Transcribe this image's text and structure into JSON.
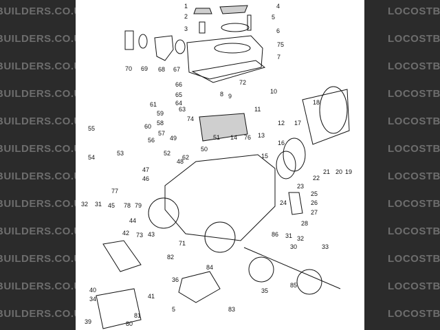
{
  "watermark": {
    "text": "LOCOSTBUILDERS.CO.UK",
    "left_text": "BUILDERS.CO.UK",
    "right_text": "LOCOSTBUILD",
    "color": "#6d6d6d",
    "background": "#2b2b2b"
  },
  "diagram": {
    "callouts": [
      {
        "id": "c1",
        "label": "1"
      },
      {
        "id": "c2",
        "label": "2"
      },
      {
        "id": "c3",
        "label": "3"
      },
      {
        "id": "c4",
        "label": "4"
      },
      {
        "id": "c5",
        "label": "5"
      },
      {
        "id": "c6",
        "label": "6"
      },
      {
        "id": "c75",
        "label": "75"
      },
      {
        "id": "c7",
        "label": "7"
      },
      {
        "id": "c70",
        "label": "70"
      },
      {
        "id": "c69",
        "label": "69"
      },
      {
        "id": "c68",
        "label": "68"
      },
      {
        "id": "c67",
        "label": "67"
      },
      {
        "id": "c66",
        "label": "66"
      },
      {
        "id": "c65",
        "label": "65"
      },
      {
        "id": "c64",
        "label": "64"
      },
      {
        "id": "c63",
        "label": "63"
      },
      {
        "id": "c8",
        "label": "8"
      },
      {
        "id": "c72",
        "label": "72"
      },
      {
        "id": "c9",
        "label": "9"
      },
      {
        "id": "c10",
        "label": "10"
      },
      {
        "id": "c61",
        "label": "61"
      },
      {
        "id": "c59",
        "label": "59"
      },
      {
        "id": "c58",
        "label": "58"
      },
      {
        "id": "c60",
        "label": "60"
      },
      {
        "id": "c57",
        "label": "57"
      },
      {
        "id": "c74",
        "label": "74"
      },
      {
        "id": "c11",
        "label": "11"
      },
      {
        "id": "c12",
        "label": "12"
      },
      {
        "id": "c18",
        "label": "18"
      },
      {
        "id": "c55",
        "label": "55"
      },
      {
        "id": "c49",
        "label": "49"
      },
      {
        "id": "c51",
        "label": "51"
      },
      {
        "id": "c14",
        "label": "14"
      },
      {
        "id": "c76",
        "label": "76"
      },
      {
        "id": "c13",
        "label": "13"
      },
      {
        "id": "c56",
        "label": "56"
      },
      {
        "id": "c17",
        "label": "17"
      },
      {
        "id": "c16",
        "label": "16"
      },
      {
        "id": "c53",
        "label": "53"
      },
      {
        "id": "c52",
        "label": "52"
      },
      {
        "id": "c50",
        "label": "50"
      },
      {
        "id": "c54",
        "label": "54"
      },
      {
        "id": "c62",
        "label": "62"
      },
      {
        "id": "c48",
        "label": "48"
      },
      {
        "id": "c15",
        "label": "15"
      },
      {
        "id": "c47",
        "label": "47"
      },
      {
        "id": "c21",
        "label": "21"
      },
      {
        "id": "c20",
        "label": "20"
      },
      {
        "id": "c19",
        "label": "19"
      },
      {
        "id": "c46",
        "label": "46"
      },
      {
        "id": "c22",
        "label": "22"
      },
      {
        "id": "c77",
        "label": "77"
      },
      {
        "id": "c23",
        "label": "23"
      },
      {
        "id": "c32",
        "label": "32"
      },
      {
        "id": "c31",
        "label": "31"
      },
      {
        "id": "c45",
        "label": "45"
      },
      {
        "id": "c78",
        "label": "78"
      },
      {
        "id": "c79",
        "label": "79"
      },
      {
        "id": "c25",
        "label": "25"
      },
      {
        "id": "c26",
        "label": "26"
      },
      {
        "id": "c24",
        "label": "24"
      },
      {
        "id": "c27",
        "label": "27"
      },
      {
        "id": "c44",
        "label": "44"
      },
      {
        "id": "c43",
        "label": "43"
      },
      {
        "id": "c28",
        "label": "28"
      },
      {
        "id": "c86",
        "label": "86"
      },
      {
        "id": "c31b",
        "label": "31"
      },
      {
        "id": "c32b",
        "label": "32"
      },
      {
        "id": "c42",
        "label": "42"
      },
      {
        "id": "c73",
        "label": "73"
      },
      {
        "id": "c71",
        "label": "71"
      },
      {
        "id": "c30",
        "label": "30"
      },
      {
        "id": "c33",
        "label": "33"
      },
      {
        "id": "c82",
        "label": "82"
      },
      {
        "id": "c84",
        "label": "84"
      },
      {
        "id": "c36",
        "label": "36"
      },
      {
        "id": "c85",
        "label": "85"
      },
      {
        "id": "c35",
        "label": "35"
      },
      {
        "id": "c40",
        "label": "40"
      },
      {
        "id": "c41",
        "label": "41"
      },
      {
        "id": "c34",
        "label": "34"
      },
      {
        "id": "c5b",
        "label": "5"
      },
      {
        "id": "c83",
        "label": "83"
      },
      {
        "id": "c81",
        "label": "81"
      },
      {
        "id": "c39",
        "label": "39"
      },
      {
        "id": "c80",
        "label": "80"
      }
    ]
  }
}
